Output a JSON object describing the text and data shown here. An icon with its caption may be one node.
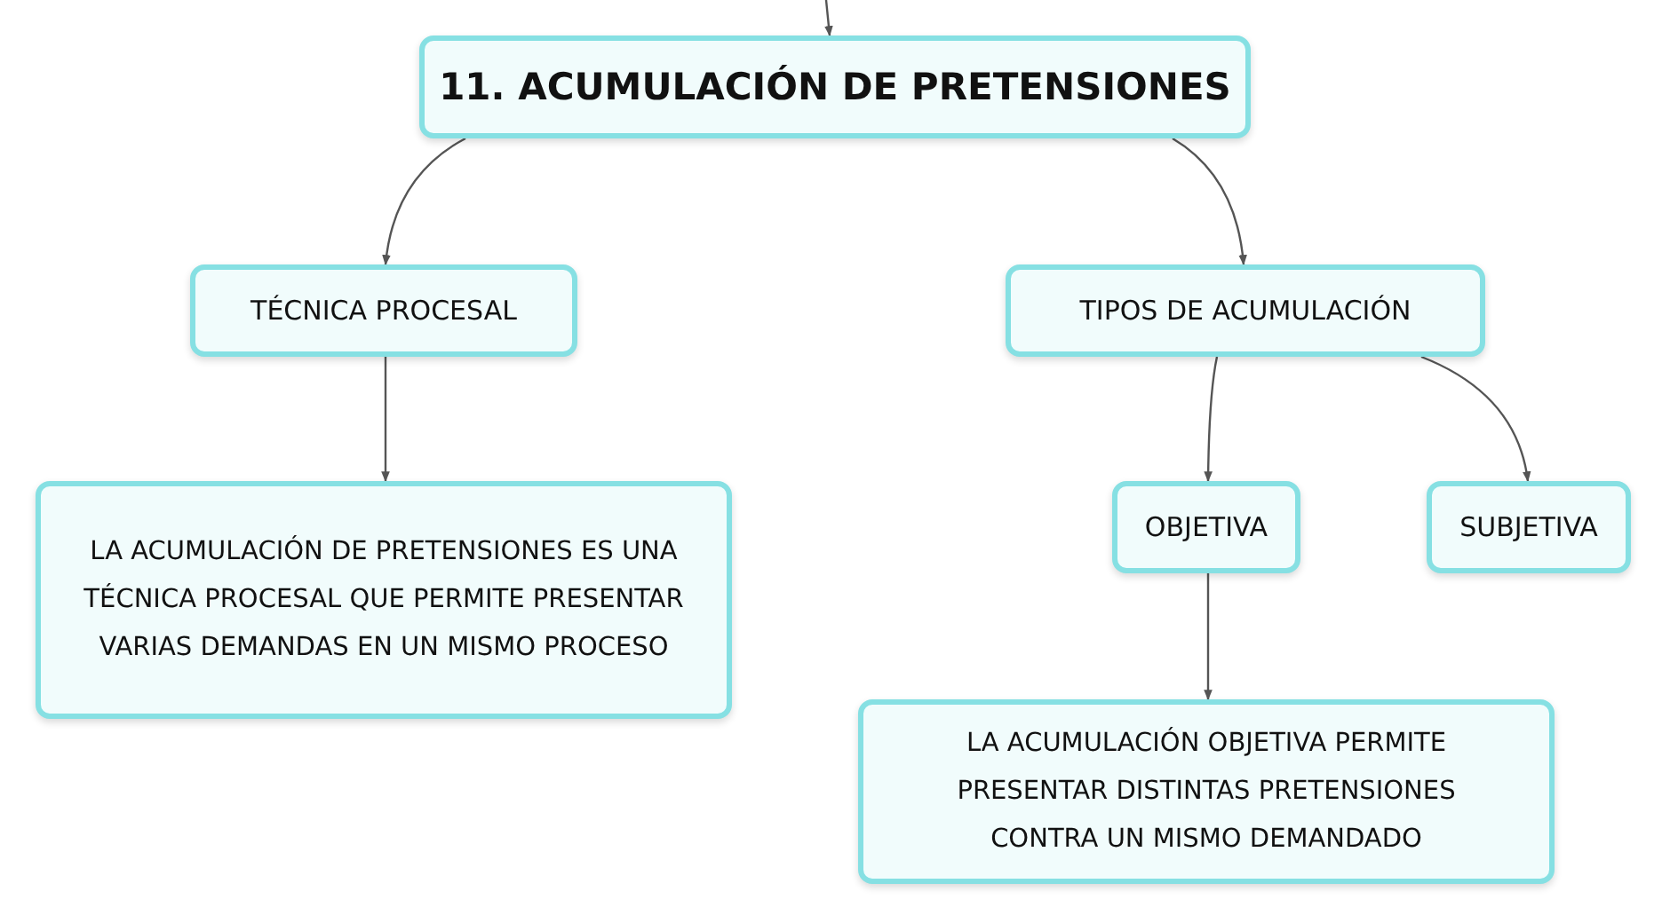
{
  "diagram": {
    "nodes": [
      {
        "text": [
          "11. ACUMULACIÓN DE PRETENSIONES"
        ]
      },
      {
        "text": [
          "TÉCNICA PROCESAL"
        ]
      },
      {
        "text": [
          "TIPOS DE ACUMULACIÓN"
        ]
      },
      {
        "text": [
          "LA ACUMULACIÓN DE PRETENSIONES ES UNA TÉCNICA PROCESAL QUE PERMITE PRESENTAR VARIAS DEMANDAS EN UN MISMO PROCESO"
        ]
      },
      {
        "text": [
          "OBJETIVA"
        ]
      },
      {
        "text": [
          "SUBJETIVA"
        ]
      },
      {
        "text": [
          "LA ACUMULACIÓN OBJETIVA PERMITE PRESENTAR DISTINTAS PRETENSIONES CONTRA UN MISMO DEMANDADO"
        ]
      }
    ],
    "edges": [
      {
        "from": null,
        "to": 0,
        "arrow": "to"
      },
      {
        "from": 0,
        "to": 1,
        "arrow": "to"
      },
      {
        "from": 0,
        "to": 2,
        "arrow": "to"
      },
      {
        "from": 1,
        "to": 3,
        "arrow": "to"
      },
      {
        "from": 2,
        "to": 4,
        "arrow": "to"
      },
      {
        "from": 2,
        "to": 5,
        "arrow": "to"
      },
      {
        "from": 4,
        "to": 6,
        "arrow": "to"
      }
    ]
  }
}
